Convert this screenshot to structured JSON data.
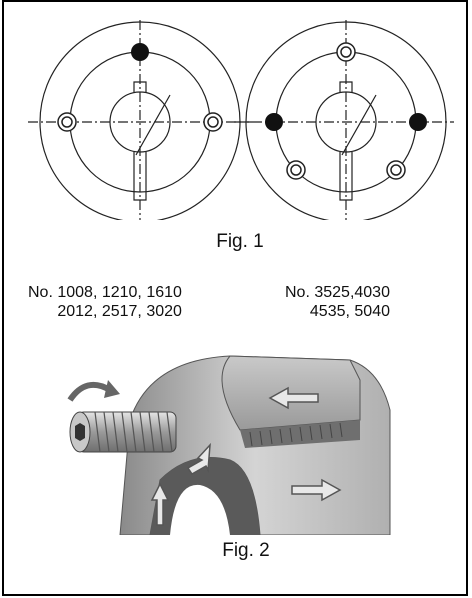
{
  "figure1": {
    "caption": "Fig. 1",
    "left_models": [
      "No. 1008, 1210, 1610",
      "2012, 2517, 3020"
    ],
    "right_models": [
      "No. 3525,4030",
      "4535, 5040"
    ]
  },
  "figure2": {
    "caption": "Fig. 2"
  }
}
